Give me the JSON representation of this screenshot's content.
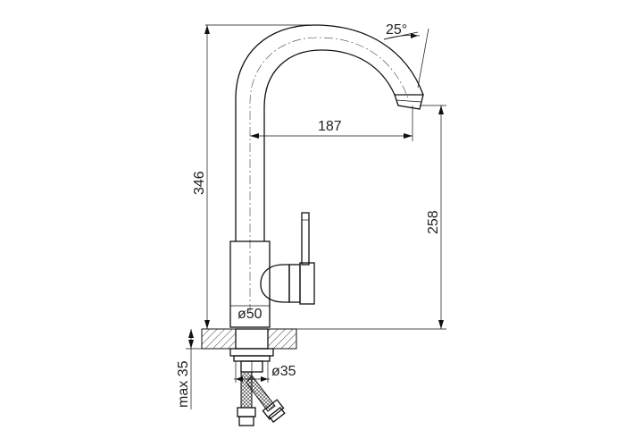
{
  "drawing": {
    "type": "faucet-technical-drawing",
    "dimensions": {
      "spout_angle": "25°",
      "spout_reach": "187",
      "total_height": "346",
      "spout_height": "258",
      "body_diameter": "ø50",
      "mount_diameter": "ø35",
      "max_counter_thickness": "max 35"
    }
  }
}
